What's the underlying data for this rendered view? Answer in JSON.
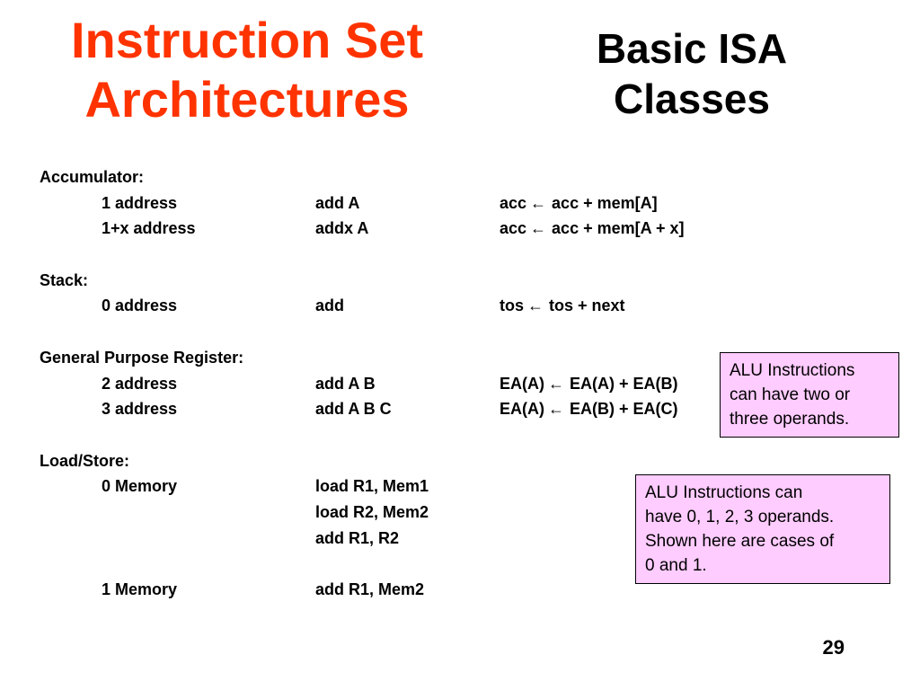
{
  "title": {
    "line1": "Instruction Set",
    "line2": "Architectures"
  },
  "subtitle": {
    "line1": "Basic ISA",
    "line2": "Classes"
  },
  "arrow": "←",
  "sections": {
    "accumulator": {
      "heading": "Accumulator:",
      "rows": [
        {
          "mode": "1 address",
          "instr": "add A",
          "lhs": "acc",
          "rhs": "acc + mem[A]"
        },
        {
          "mode": "1+x address",
          "instr": "addx A",
          "lhs": "acc",
          "rhs": "acc + mem[A + x]"
        }
      ]
    },
    "stack": {
      "heading": "Stack:",
      "rows": [
        {
          "mode": "0 address",
          "instr": "add",
          "lhs": "tos",
          "rhs": "tos + next"
        }
      ]
    },
    "gpr": {
      "heading": "General Purpose Register:",
      "rows": [
        {
          "mode": "2 address",
          "instr": "add A B",
          "lhs": "EA(A)",
          "rhs": "EA(A) + EA(B)"
        },
        {
          "mode": "3 address",
          "instr": "add A B C",
          "lhs": "EA(A)",
          "rhs": "EA(B) + EA(C)"
        }
      ]
    },
    "loadstore": {
      "heading": "Load/Store:",
      "rows": [
        {
          "mode": "0 Memory",
          "instr": "load R1, Mem1"
        },
        {
          "instr": "load R2, Mem2"
        },
        {
          "instr": "add  R1, R2"
        },
        {
          "mode": "1 Memory",
          "instr": "add  R1, Mem2"
        }
      ]
    }
  },
  "notes": {
    "alu_operands": {
      "lines": [
        "ALU Instructions",
        "can have two or",
        "three operands."
      ]
    },
    "alu_cases": {
      "lines": [
        "ALU Instructions can",
        "have 0, 1, 2, 3 operands.",
        "Shown here are cases of",
        "0 and 1."
      ]
    }
  },
  "colors": {
    "title": "#ff3300",
    "note_bg": "#ffccff"
  },
  "page_number": "29"
}
